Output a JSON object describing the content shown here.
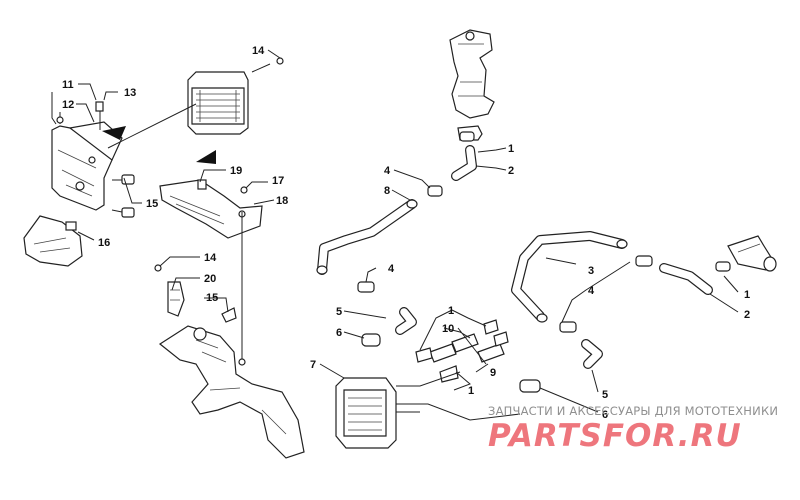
{
  "callouts": {
    "c14a": "14",
    "c11": "11",
    "c13": "13",
    "c12": "12",
    "c15a": "15",
    "c16": "16",
    "c19": "19",
    "c17": "17",
    "c18": "18",
    "c14b": "14",
    "c20": "20",
    "c15b": "15",
    "c1a": "1",
    "c2a": "2",
    "c4a": "4",
    "c8": "8",
    "c4b": "4",
    "c5a": "5",
    "c6a": "6",
    "c7": "7",
    "c1b": "1",
    "c10": "10",
    "c9": "9",
    "c1c": "1",
    "c3": "3",
    "c4c": "4",
    "c1d": "1",
    "c2b": "2",
    "c5b": "5",
    "c6b": "6"
  },
  "watermark": {
    "tagline": "ЗАПЧАСТИ И АКСЕССУАРЫ ДЛЯ МОТОТЕХНИКИ",
    "logo": "PARTSFOR.RU"
  }
}
